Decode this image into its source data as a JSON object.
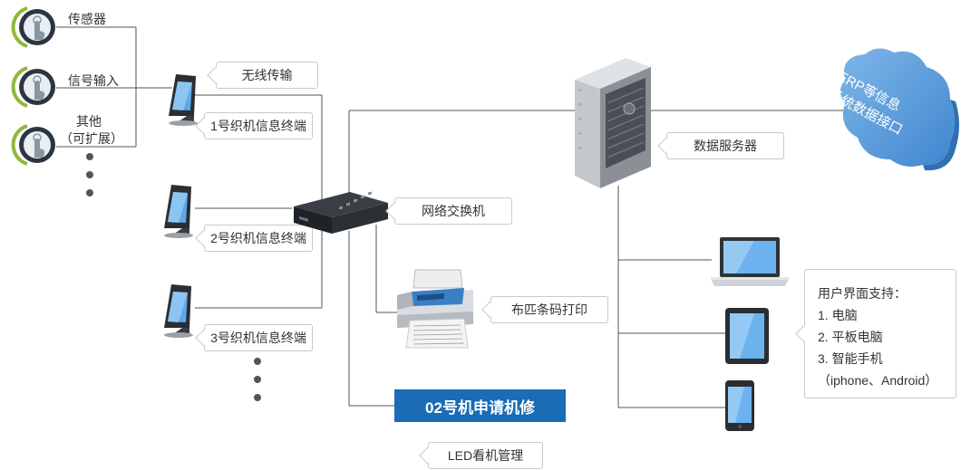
{
  "sensors": {
    "items": [
      {
        "label": "传感器"
      },
      {
        "label": "信号输入"
      },
      {
        "label": "其他",
        "sub": "（可扩展）"
      }
    ]
  },
  "labels": {
    "wireless": "无线传输",
    "terminal1": "1号织机信息终端",
    "terminal2": "2号织机信息终端",
    "terminal3": "3号织机信息终端",
    "switch": "网络交换机",
    "printer": "布匹条码打印",
    "server": "数据服务器",
    "led_display": "02号机申请机修",
    "led_caption": "LED看机管理",
    "cloud_line1": "ERP等信息",
    "cloud_line2": "系统数据接口"
  },
  "support": {
    "title": "用户界面支持：",
    "items": [
      "1. 电脑",
      "2. 平板电脑",
      "3. 智能手机",
      "（iphone、Android）"
    ]
  },
  "colors": {
    "accent_blue": "#1a6cb5",
    "sensor_ring": "#8fb83a",
    "cloud": "#5b9bd5"
  }
}
